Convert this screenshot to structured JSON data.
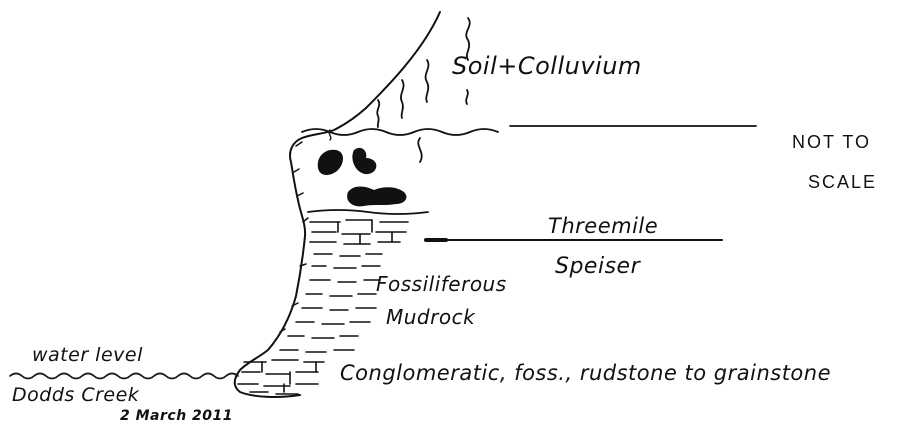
{
  "labels": {
    "soil_colluvium": "Soil+Colluvium",
    "threemile": "Threemile",
    "speiser": "Speiser",
    "fossiliferous": "Fossiliferous",
    "mudrock": "Mudrock",
    "conglomeratic": "Conglomeratic, foss., rudstone to grainstone",
    "water_level": "water level",
    "creek_name": "Dodds Creek",
    "date": "2 March 2011",
    "not_to_scale_line1": "NOT TO",
    "not_to_scale_line2": "SCALE"
  },
  "colors": {
    "ink": "#111111",
    "background": "#ffffff"
  }
}
